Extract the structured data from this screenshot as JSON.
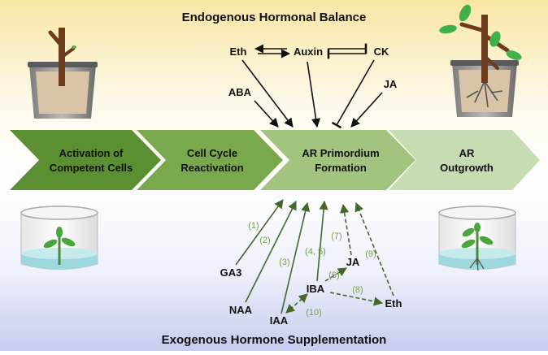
{
  "titles": {
    "top": "Endogenous Hormonal Balance",
    "bottom": "Exogenous Hormone Supplementation"
  },
  "stages": [
    {
      "line1": "Activation of",
      "line2": "Competent Cells"
    },
    {
      "line1": "Cell Cycle",
      "line2": "Reactivation"
    },
    {
      "line1": "AR Primordium",
      "line2": "Formation"
    },
    {
      "line1": "AR",
      "line2": "Outgrowth"
    }
  ],
  "endogenous": {
    "eth": "Eth",
    "auxin": "Auxin",
    "ck": "CK",
    "aba": "ABA",
    "ja": "JA"
  },
  "exogenous": {
    "ga3": "GA3",
    "naa": "NAA",
    "iaa": "IAA",
    "iba": "IBA",
    "ja": "JA",
    "eth": "Eth"
  },
  "refs": {
    "r1": "(1)",
    "r2": "(2)",
    "r3": "(3)",
    "r45": "(4, 5)",
    "r6": "(6)",
    "r7": "(7)",
    "r8": "(8)",
    "r9": "(9)",
    "r10": "(10)"
  },
  "colors": {
    "bg_top": "#f8e7a8",
    "bg_mid": "#ffffff",
    "bg_bottom": "#c9cfef",
    "arrow1": "#5c8f32",
    "arrow2": "#79a84d",
    "arrow3": "#a3c47f",
    "arrow4": "#c6dcb2",
    "exo_arrow": "#44682a",
    "ref_text": "#74a146",
    "endo_arrow": "#111111"
  }
}
